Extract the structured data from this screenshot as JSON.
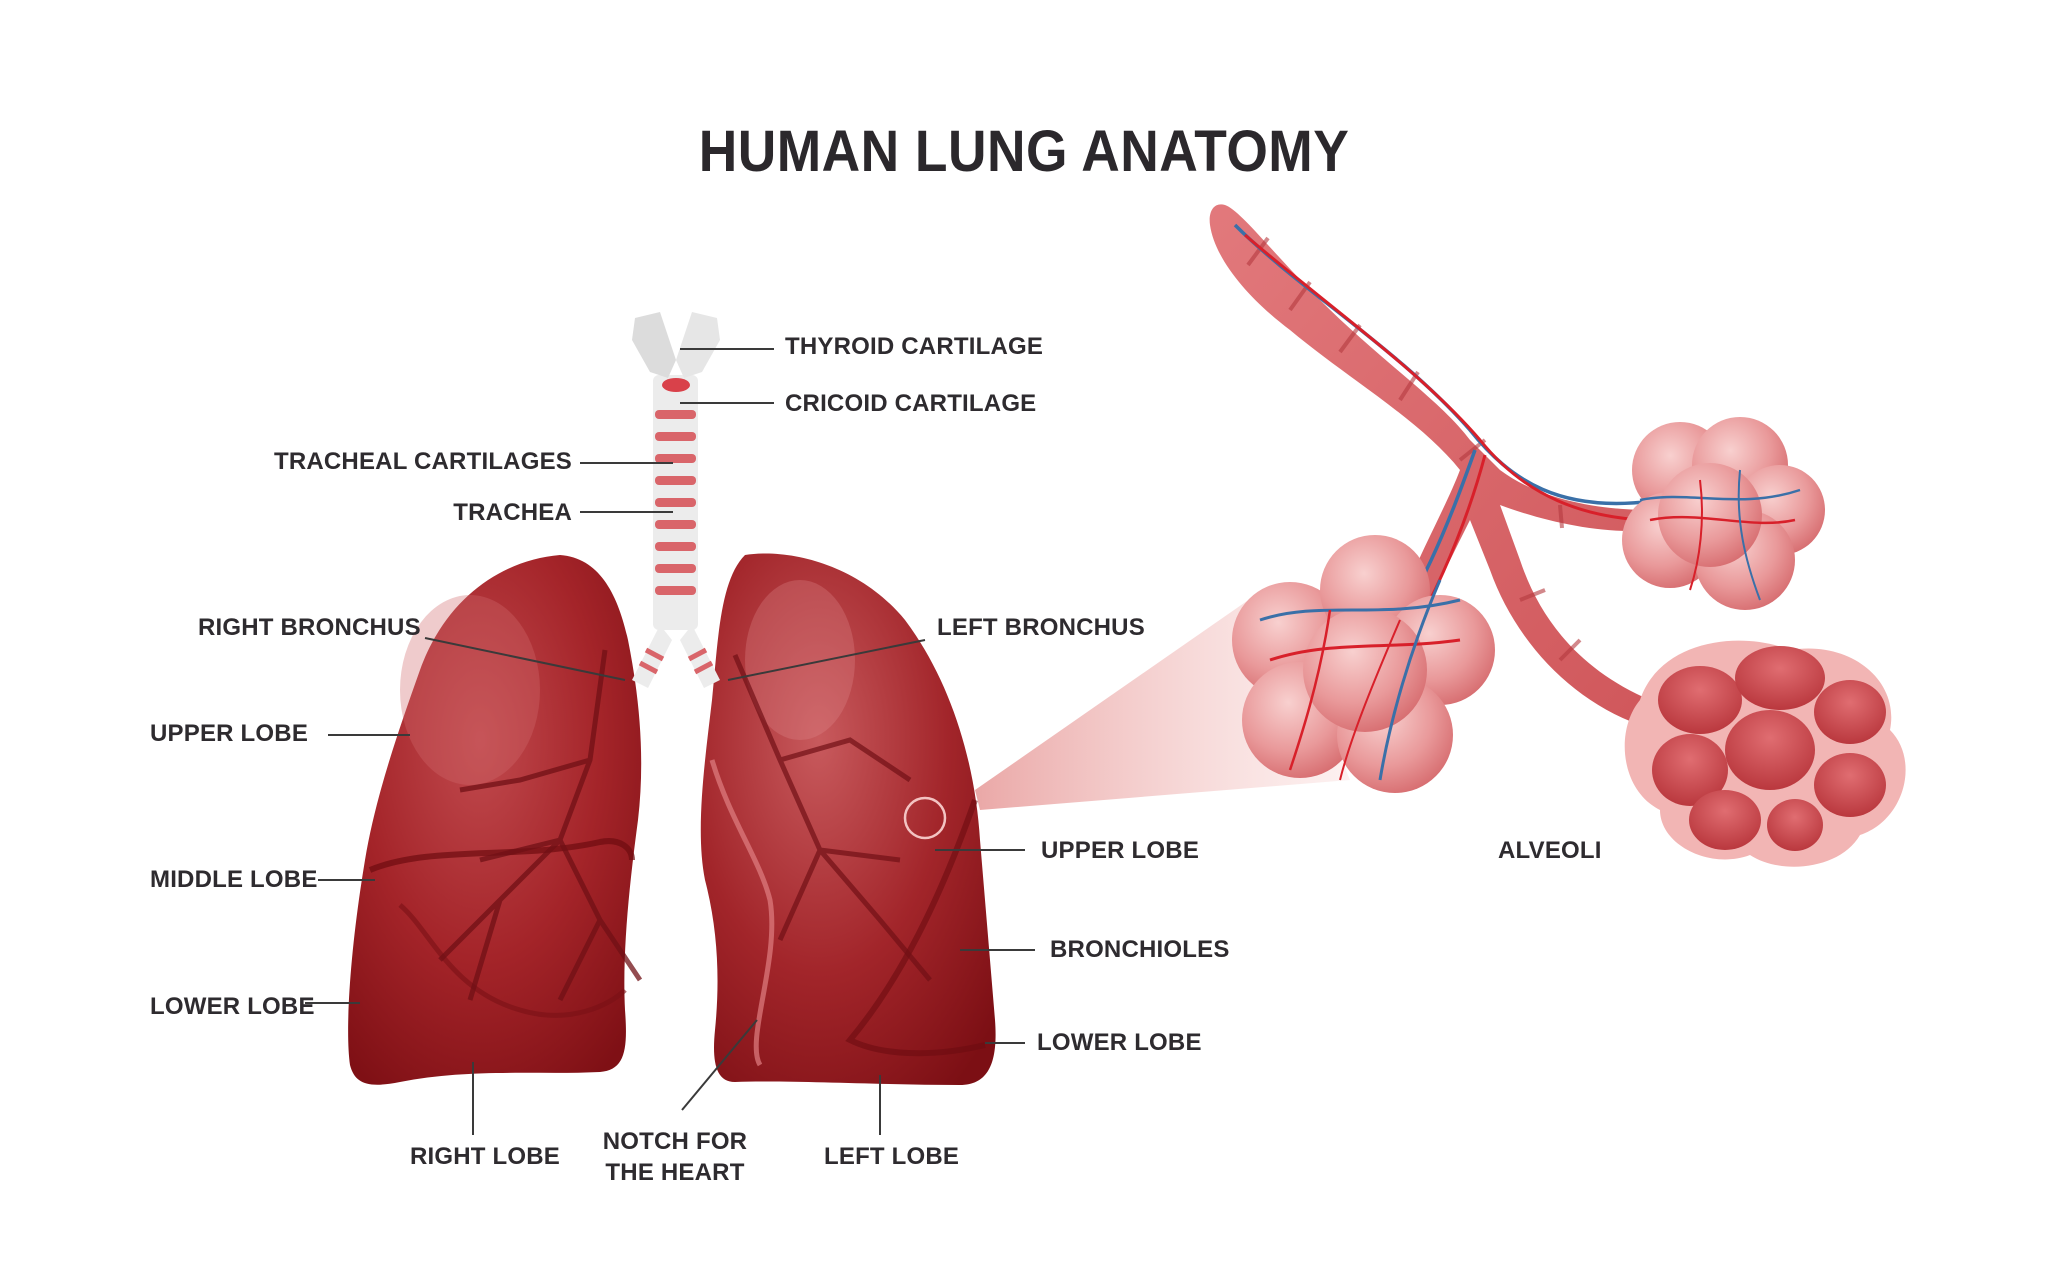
{
  "title": "HUMAN LUNG ANATOMY",
  "colors": {
    "background": "#ffffff",
    "text": "#2e2b2f",
    "leader_line": "#3a3a3a",
    "lung_dark": "#8e1419",
    "lung_mid": "#a8262a",
    "lung_light": "#c8575a",
    "cartilage_white": "#ececec",
    "cartilage_red": "#d9656a",
    "alveoli_pink": "#e8898b",
    "alveoli_light": "#f6c9c8",
    "vein_blue": "#3a70a8",
    "artery_red": "#d8202a",
    "zoom_beam": "#f0b8b6"
  },
  "labels": {
    "thyroid_cartilage": "THYROID CARTILAGE",
    "cricoid_cartilage": "CRICOID CARTILAGE",
    "tracheal_cartilages": "TRACHEAL CARTILAGES",
    "trachea": "TRACHEA",
    "right_bronchus": "RIGHT BRONCHUS",
    "left_bronchus": "LEFT BRONCHUS",
    "right_upper_lobe": "UPPER LOBE",
    "right_middle_lobe": "MIDDLE LOBE",
    "right_lower_lobe": "LOWER LOBE",
    "left_upper_lobe": "UPPER LOBE",
    "bronchioles": "BRONCHIOLES",
    "left_lower_lobe": "LOWER LOBE",
    "right_lobe": "RIGHT LOBE",
    "notch_line1": "NOTCH FOR",
    "notch_line2": "THE HEART",
    "left_lobe": "LEFT LOBE",
    "alveoli": "ALVEOLI"
  }
}
